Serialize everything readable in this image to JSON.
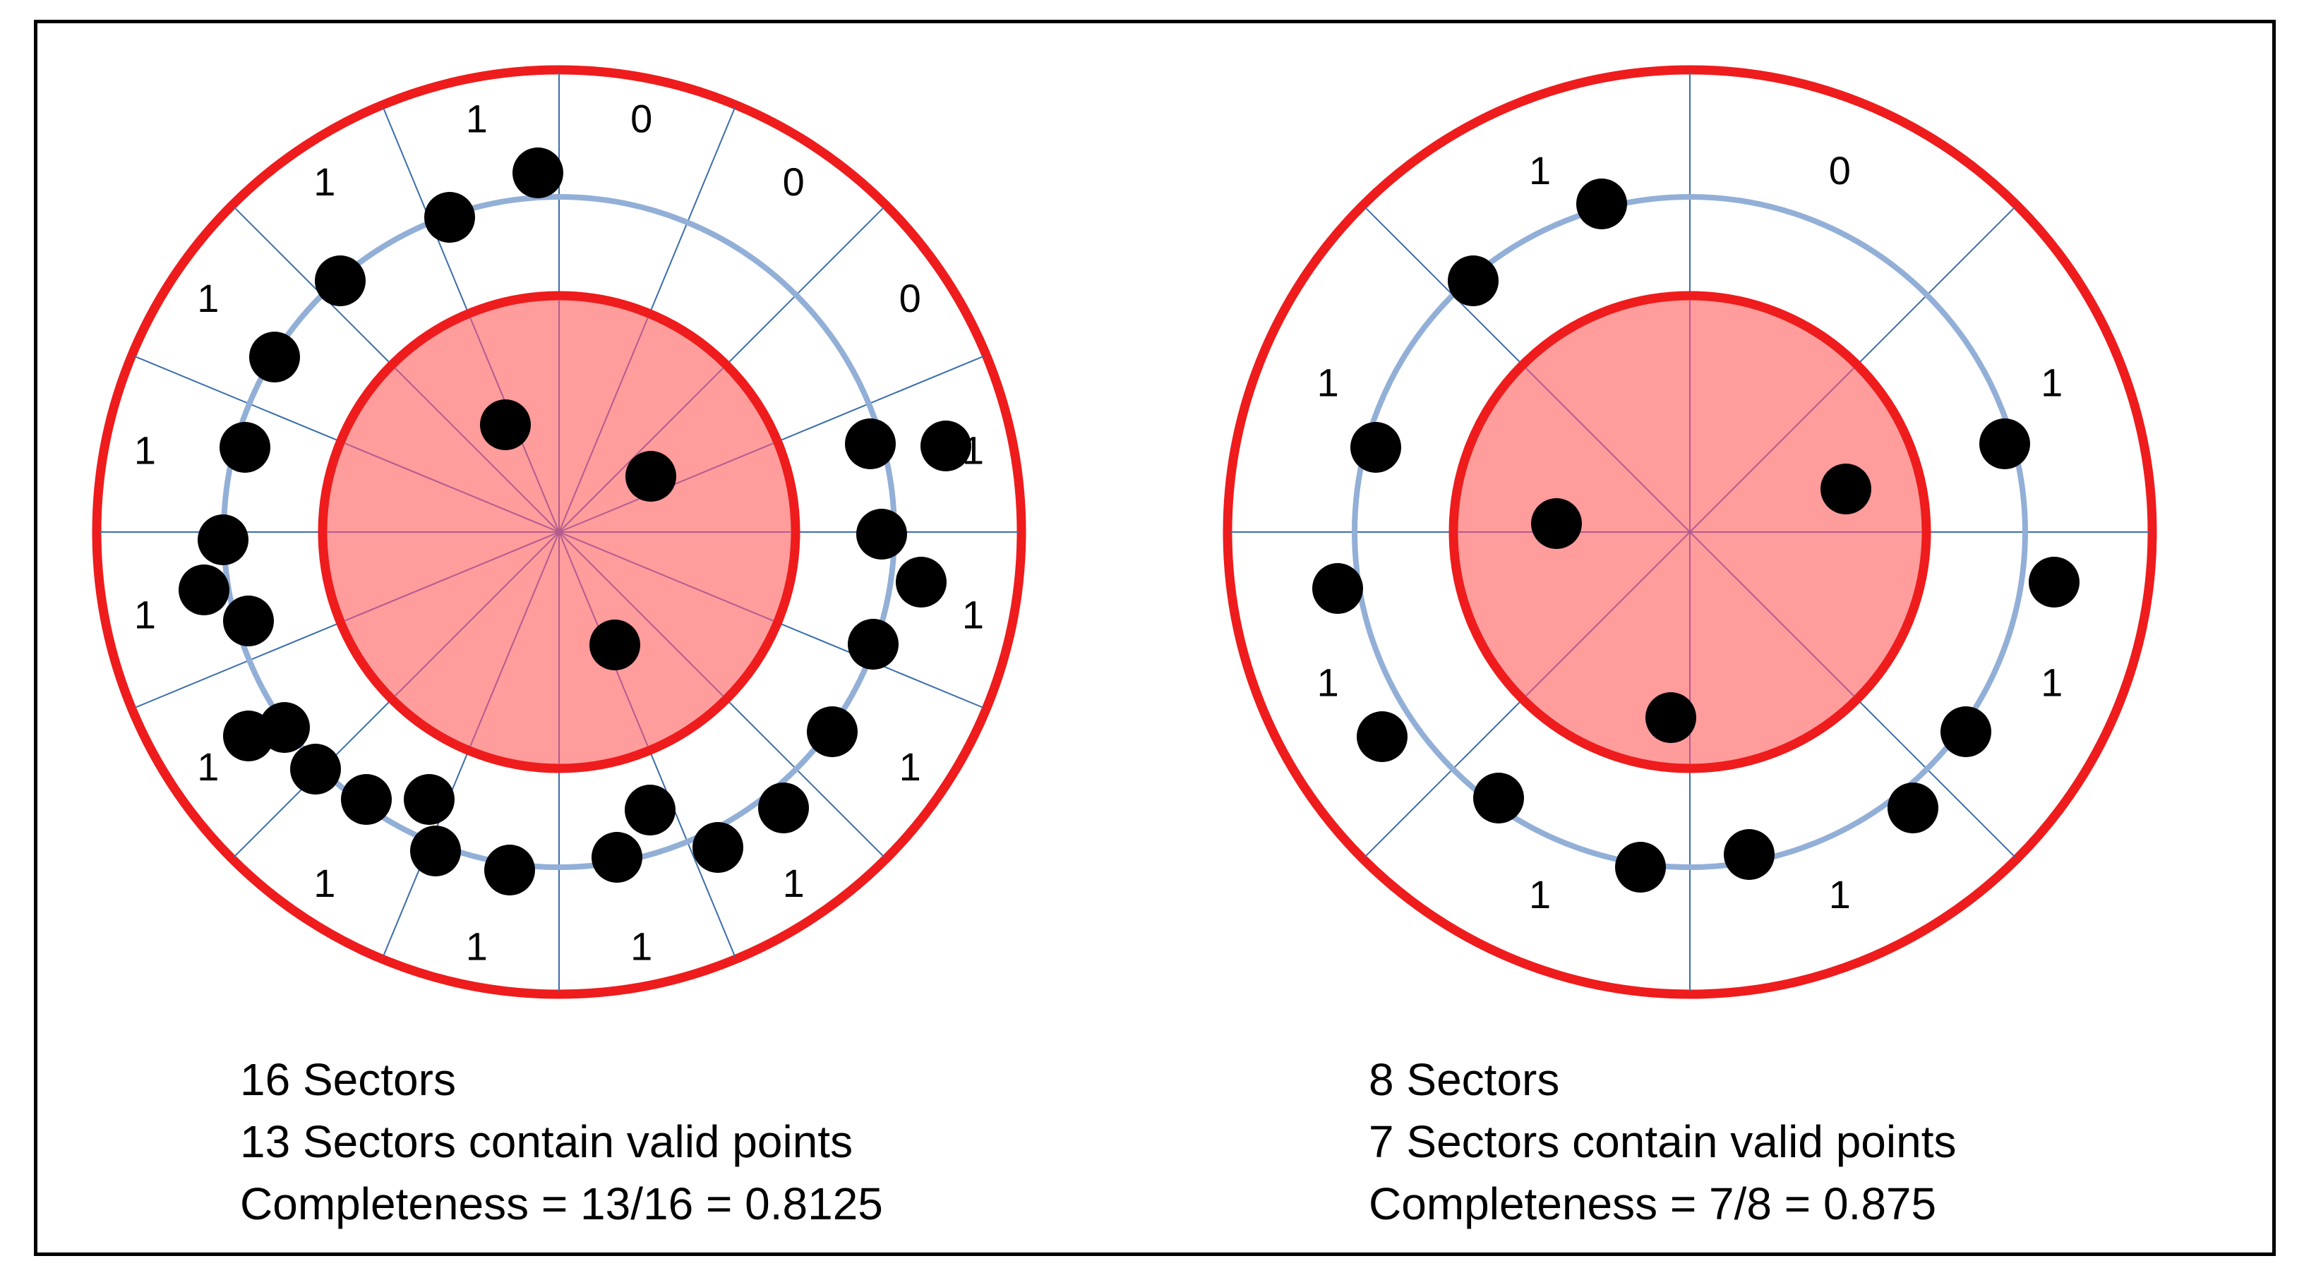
{
  "colors": {
    "ring": "#ee1c1c",
    "inner_fill": "#ff9c9c",
    "guide_circle": "#92afd7",
    "sector_line_outer": "#3b6dab",
    "sector_line_inner": "#b35c8e",
    "point": "#000000"
  },
  "diagrams": [
    {
      "sectors": 16,
      "sector_values": [
        "0",
        "0",
        "0",
        "1",
        "1",
        "1",
        "1",
        "1",
        "1",
        "1",
        "1",
        "1",
        "1",
        "1",
        "1",
        "1"
      ],
      "caption": {
        "line1": "16 Sectors",
        "line2": "13 Sectors contain valid points",
        "line3": "Completeness = 13/16 = 0.8125"
      }
    },
    {
      "sectors": 8,
      "sector_values": [
        "0",
        "1",
        "1",
        "1",
        "1",
        "1",
        "1",
        "1"
      ],
      "caption": {
        "line1": "8 Sectors",
        "line2": "7 Sectors contain valid points",
        "line3": "Completeness = 7/8 = 0.875"
      }
    }
  ]
}
